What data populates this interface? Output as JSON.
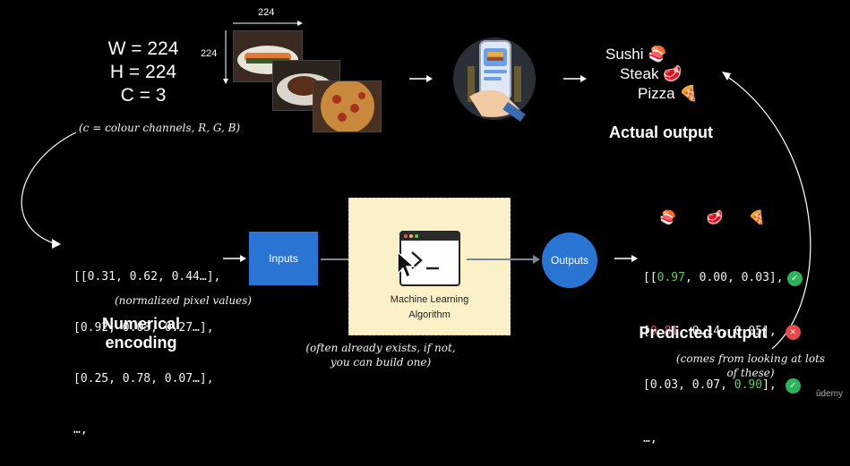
{
  "input": {
    "w": "W = 224",
    "h": "H = 224",
    "c": "C = 3",
    "width_label": "224",
    "height_label": "224",
    "channels_note": "(c = colour channels, R, G, B)"
  },
  "encoding": {
    "rows": [
      "[[0.31, 0.62, 0.44…],",
      "[0.92, 0.03, 0.27…],",
      "[0.25, 0.78, 0.07…],",
      "…,"
    ],
    "note": "(normalized pixel values)",
    "title_line1": "Numerical",
    "title_line2": "encoding"
  },
  "inputs_label": "Inputs",
  "ml": {
    "label_line1": "Machine Learning",
    "label_line2": "Algorithm",
    "note_line1": "(often already exists, if not,",
    "note_line2": "you can build one)"
  },
  "outputs_label": "Outputs",
  "actual": {
    "items": [
      "Sushi",
      "Steak",
      "Pizza"
    ],
    "title": "Actual output"
  },
  "predicted": {
    "rows": [
      {
        "open": "[[",
        "v1": "0.97",
        "v2": "0.00",
        "v3": "0.03",
        "close": "],",
        "correct": true
      },
      {
        "open": "[",
        "v1": "0.81",
        "v2": "0.14",
        "v3": "0.05",
        "close": "],",
        "correct": false
      },
      {
        "open": "[",
        "v1": "0.03",
        "v2": "0.07",
        "v3": "0.90",
        "close": "],",
        "correct": true
      }
    ],
    "ellipsis": "…,",
    "title": "Predicted output",
    "note_line1": "(comes from looking at lots",
    "note_line2": "of these)"
  },
  "watermark": "ûdemy",
  "colors": {
    "accent_blue": "#2a75d3",
    "ml_box": "#fbf1c9",
    "correct": "#5ed15a",
    "wrong": "#f05050"
  }
}
